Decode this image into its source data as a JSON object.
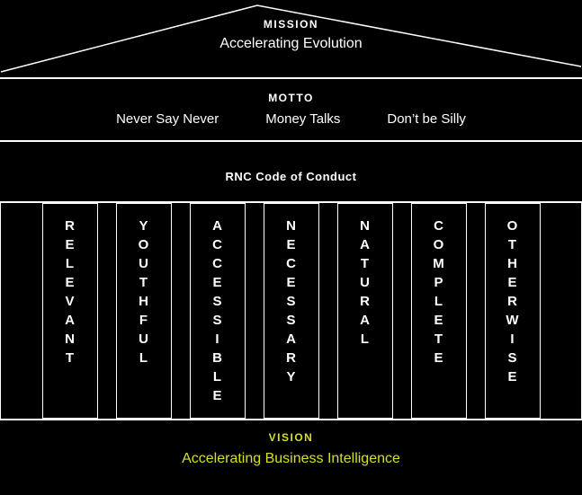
{
  "mission": {
    "label": "MISSION",
    "text": "Accelerating Evolution"
  },
  "motto": {
    "label": "MOTTO",
    "items": [
      "Never Say Never",
      "Money Talks",
      "Don’t be Silly"
    ]
  },
  "code_of_conduct": {
    "title": "RNC Code of Conduct"
  },
  "pillars": [
    "RELEVANT",
    "YOUTHFUL",
    "ACCESSIBLE",
    "NECESSARY",
    "NATURAL",
    "COMPLETE",
    "OTHERWISE"
  ],
  "vision": {
    "label": "VISION",
    "text": "Accelerating Business Intelligence"
  },
  "colors": {
    "background": "#000000",
    "line": "#ffffff",
    "text": "#ffffff",
    "accent": "#d4e021"
  }
}
